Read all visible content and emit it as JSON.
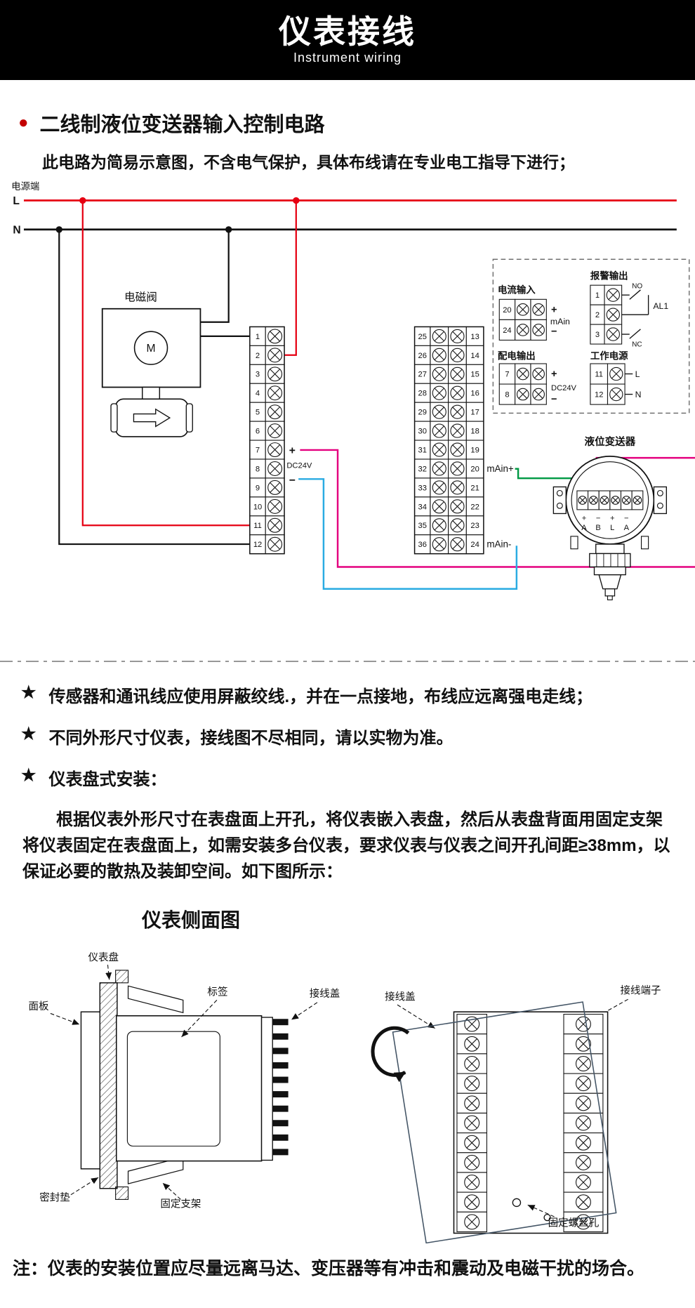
{
  "header": {
    "title": "仪表接线",
    "subtitle": "Instrument wiring"
  },
  "section": {
    "bullet_glyph": "●",
    "heading": "二线制液位变送器输入控制电路",
    "caution": "此电路为简易示意图，不含电气保护，具体布线请在专业电工指导下进行；"
  },
  "circuit": {
    "power_label": "电源端",
    "line_labels": {
      "l": "L",
      "n": "N"
    },
    "solenoid": {
      "label": "电磁阀",
      "motor": "M"
    },
    "left_terminals": [
      "1",
      "2",
      "3",
      "4",
      "5",
      "6",
      "7",
      "8",
      "9",
      "10",
      "11",
      "12"
    ],
    "mid_left_terminals": [
      "25",
      "26",
      "27",
      "28",
      "29",
      "30",
      "31",
      "32",
      "33",
      "34",
      "35",
      "36"
    ],
    "mid_right_terminals": [
      "13",
      "14",
      "15",
      "16",
      "17",
      "18",
      "19",
      "20",
      "21",
      "22",
      "23",
      "24"
    ],
    "dc24v": {
      "plus": "+",
      "label": "DC24V",
      "minus": "−"
    },
    "main_plus": "mAin+",
    "main_minus": "mAin-",
    "detail_box": {
      "current_input": {
        "title": "电流输入",
        "terminals": [
          "20",
          "24"
        ],
        "plus": "+",
        "minus": "−",
        "signal": "mAin"
      },
      "alarm_output": {
        "title": "报警输出",
        "terminals": [
          "1",
          "2",
          "3"
        ],
        "no": "NO",
        "nc": "NC",
        "tag": "AL1"
      },
      "power_output": {
        "title": "配电输出",
        "terminals": [
          "7",
          "8"
        ],
        "plus": "+",
        "minus": "−",
        "voltage": "DC24V"
      },
      "work_power": {
        "title": "工作电源",
        "terminals": [
          "11",
          "12"
        ],
        "l": "L",
        "n": "N"
      }
    },
    "transmitter": {
      "label": "液位变送器",
      "terminal_marks": [
        "+",
        "−",
        "+",
        "−"
      ],
      "terminal_letters": [
        "A",
        "B",
        "L",
        "A"
      ]
    },
    "colors": {
      "live": "#e60012",
      "neutral": "#111111",
      "signal_plus": "#e4007f",
      "signal_return": "#009944",
      "signal_minus": "#29abe2"
    }
  },
  "notes": {
    "star_glyph": "★",
    "star1": "传感器和通讯线应使用屏蔽绞线.，并在一点接地，布线应远离强电走线；",
    "star2": "不同外形尺寸仪表，接线图不尽相同，请以实物为准。",
    "star3": "仪表盘式安装：",
    "paragraph": "根据仪表外形尺寸在表盘面上开孔，将仪表嵌入表盘，然后从表盘背面用固定支架将仪表固定在表盘面上，如需安装多台仪表，要求仪表与仪表之间开孔间距≥38mm，以保证必要的散热及装卸空间。如下图所示："
  },
  "side_view": {
    "title": "仪表侧面图",
    "labels": {
      "panel_board": "仪表盘",
      "front_panel": "面板",
      "tag": "标签",
      "wiring_cover": "接线盖",
      "gasket": "密封垫",
      "bracket": "固定支架"
    }
  },
  "rear_view": {
    "labels": {
      "wiring_cover": "接线盖",
      "terminals": "接线端子",
      "screw_hole": "固定螺丝孔"
    }
  },
  "footer_note": "注：仪表的安装位置应尽量远离马达、变压器等有冲击和震动及电磁干扰的场合。"
}
